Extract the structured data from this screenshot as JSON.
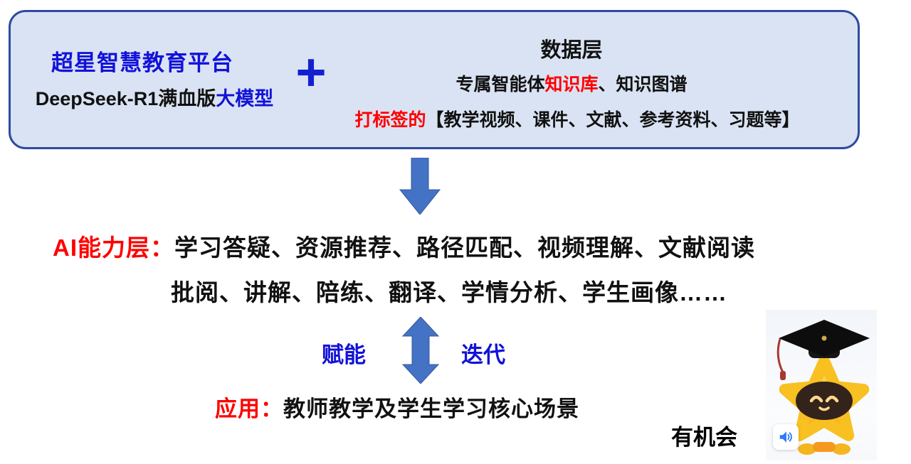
{
  "top_box": {
    "platform_title": "超星智慧教育平台",
    "model_prefix": "DeepSeek-R1满血版",
    "model_suffix": "大模型",
    "plus": "+",
    "data_layer_title": "数据层",
    "line1_black1": "专属智能体",
    "line1_red": "知识库",
    "line1_black2": "、知识图谱",
    "line2_red": "打标签的",
    "line2_black": "【教学视频、课件、文献、参考资料、习题等】"
  },
  "ai_layer": {
    "label": "AI能力层：",
    "line1": "学习答疑、资源推荐、路径匹配、视频理解、文献阅读",
    "line2": "批阅、讲解、陪练、翻译、学情分析、学生画像……"
  },
  "middle_arrows": {
    "left_label": "赋能",
    "right_label": "迭代"
  },
  "application": {
    "label": "应用：",
    "text": "教师教学及学生学习核心场景"
  },
  "footer": {
    "watermark": "有机会"
  },
  "icons": {
    "speaker": "speaker-audio-icon",
    "down_arrow": "down-block-arrow",
    "double_arrow": "up-down-block-arrow",
    "mascot": "star-mascot-graduation-cap"
  },
  "colors": {
    "text_blue": "#1212d8",
    "text_red": "#fe0000",
    "box_bg": "#dae3f3",
    "box_border": "#2e4b9e",
    "arrow_blue": "#4472c4",
    "mascot_gold": "#f8c020",
    "speaker_blue": "#2f7bf5"
  }
}
